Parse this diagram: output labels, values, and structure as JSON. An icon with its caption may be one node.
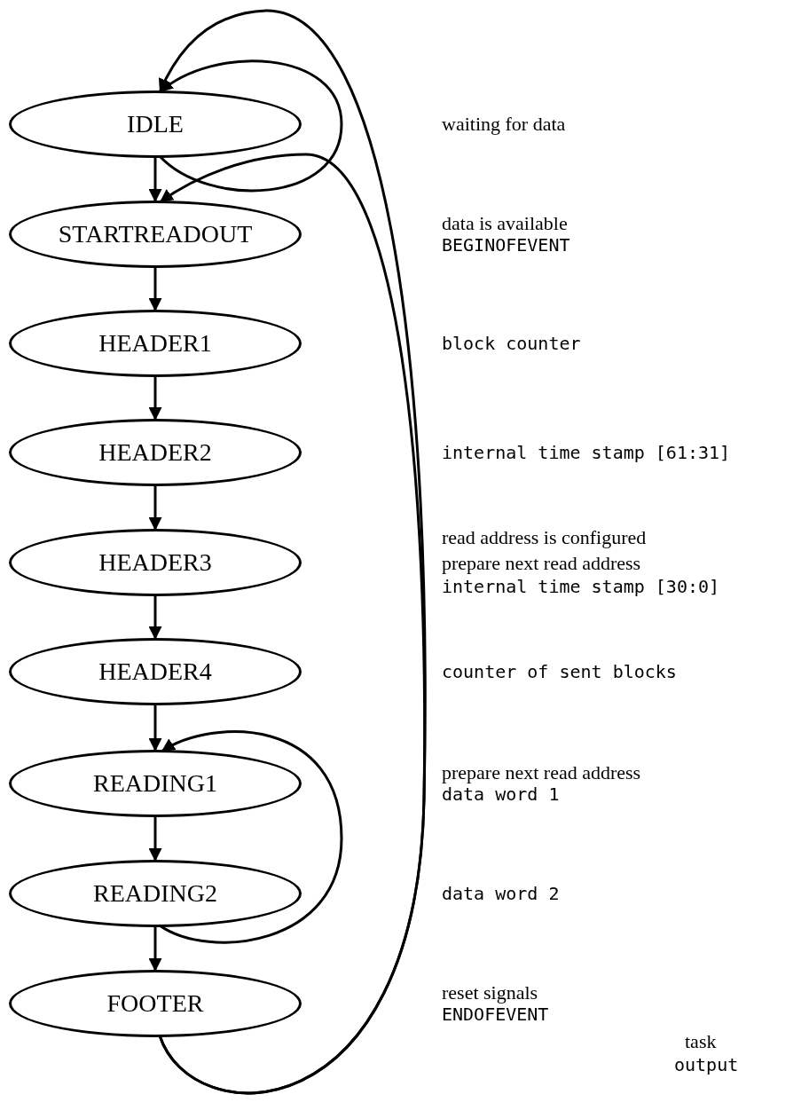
{
  "diagram": {
    "nodes": [
      {
        "text": [
          "IDLE"
        ]
      },
      {
        "text": [
          "STARTREADOUT"
        ]
      },
      {
        "text": [
          "HEADER1"
        ]
      },
      {
        "text": [
          "HEADER2"
        ]
      },
      {
        "text": [
          "HEADER3"
        ]
      },
      {
        "text": [
          "HEADER4"
        ]
      },
      {
        "text": [
          "READING1"
        ]
      },
      {
        "text": [
          "READING2"
        ]
      },
      {
        "text": [
          "FOOTER"
        ]
      }
    ],
    "edges": [
      {
        "from": 0,
        "to": 1,
        "arrow": "to"
      },
      {
        "from": 0,
        "to": 0,
        "arrow": "to"
      },
      {
        "from": 1,
        "to": 2,
        "arrow": "to"
      },
      {
        "from": 2,
        "to": 3,
        "arrow": "to"
      },
      {
        "from": 3,
        "to": 4,
        "arrow": "to"
      },
      {
        "from": 4,
        "to": 5,
        "arrow": "to"
      },
      {
        "from": 5,
        "to": 6,
        "arrow": "to"
      },
      {
        "from": 6,
        "to": 7,
        "arrow": "to"
      },
      {
        "from": 7,
        "to": 8,
        "arrow": "to"
      },
      {
        "from": 7,
        "to": 6,
        "arrow": "to"
      },
      {
        "from": 8,
        "to": 0,
        "arrow": "to"
      },
      {
        "from": 8,
        "to": 1,
        "arrow": "to"
      }
    ],
    "labels": [
      "waiting for data",
      "data is available",
      "BEGINOFEVENT",
      "block counter",
      "internal time stamp [61:31]",
      "read address is configured",
      "prepare next read address",
      "internal time stamp [30:0]",
      "counter of sent blocks",
      "prepare next read address",
      "data word 1",
      "data word 2",
      "reset signals",
      "ENDOFEVENT",
      "task",
      "output"
    ]
  }
}
